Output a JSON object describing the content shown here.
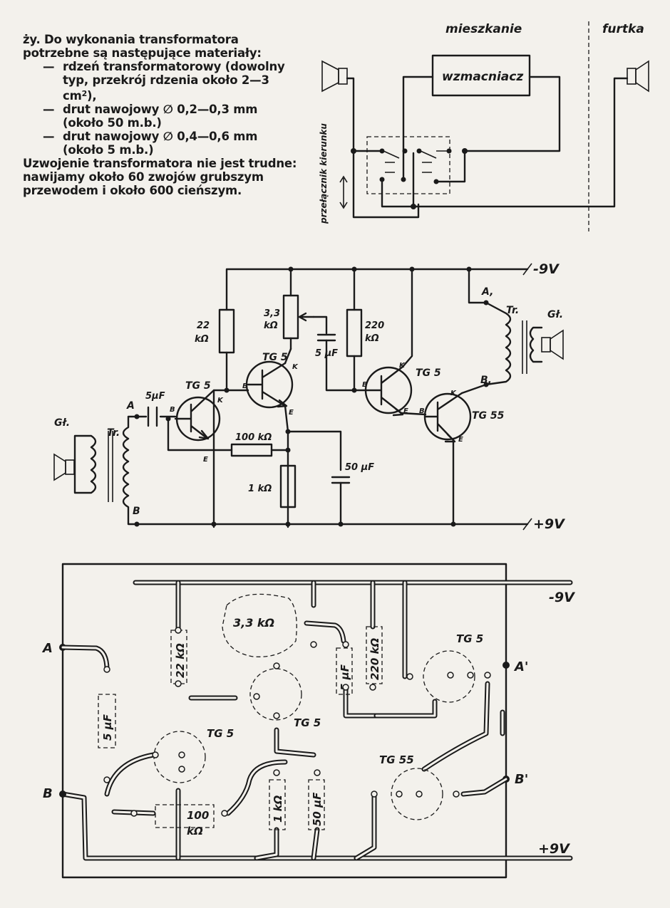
{
  "text": {
    "intro": "ży. Do wykonania transformatora potrzebne są następujące materiały:",
    "items": [
      "rdzeń transformatorowy (dowolny typ, przekrój rdzenia około 2—3 cm",
      "drut nawojowy ∅ 0,2—0,3 mm (około 50 m.b.)",
      "drut nawojowy ∅ 0,4—0,6 mm (około 5 m.b.)"
    ],
    "item1_sup": "2",
    "item1_end": "),",
    "outro": "Uzwojenie transformatora nie jest trudne: nawijamy około 60 zwojów grubszym przewodem i około 600 cieńszym."
  },
  "top_diagram": {
    "zone_left": "mieszkanie",
    "zone_right": "furtka",
    "amplifier": "wzmacniacz",
    "switch_label": "przełącznik kierunku"
  },
  "schematic": {
    "rail_neg": "-9V",
    "rail_pos": "+9V",
    "r1": [
      "22",
      "kΩ"
    ],
    "r_pot": [
      "3,3",
      "kΩ"
    ],
    "r_220": [
      "220",
      "kΩ"
    ],
    "c_5uf_mid": "5 μF",
    "c_5uf_in": "5μF",
    "r_100k": "100 kΩ",
    "r_1k": "1 kΩ",
    "c_50uf": "50 μF",
    "q1": "TG 5",
    "q2": "TG 5",
    "q3": "TG 5",
    "q4": "TG 55",
    "node_a": "A",
    "node_b": "B",
    "node_a1": "A,",
    "node_b1": "B,",
    "tr_in": "Tr.",
    "tr_out": "Tr.",
    "spk_in": "Gł.",
    "spk_out": "Gł.",
    "pin_b": "B",
    "pin_k": "K",
    "pin_e": "E"
  },
  "layout_board": {
    "rail_neg": "-9V",
    "rail_pos": "+9V",
    "a": "A",
    "b": "B",
    "a1": "A'",
    "b1": "B'",
    "r_33": "3,3 kΩ",
    "r_22": "22 kΩ",
    "c_5uf_mid": "5 μF",
    "r_220": "220 kΩ",
    "c_5uf_left": "5 μF",
    "r_100": "100",
    "r_100_unit": "kΩ",
    "r_1k": "1 kΩ",
    "c_50": "50 μF",
    "tg5_left": "TG 5",
    "tg5_mid": "TG 5",
    "tg5_right": "TG 5",
    "tg55": "TG 55"
  }
}
